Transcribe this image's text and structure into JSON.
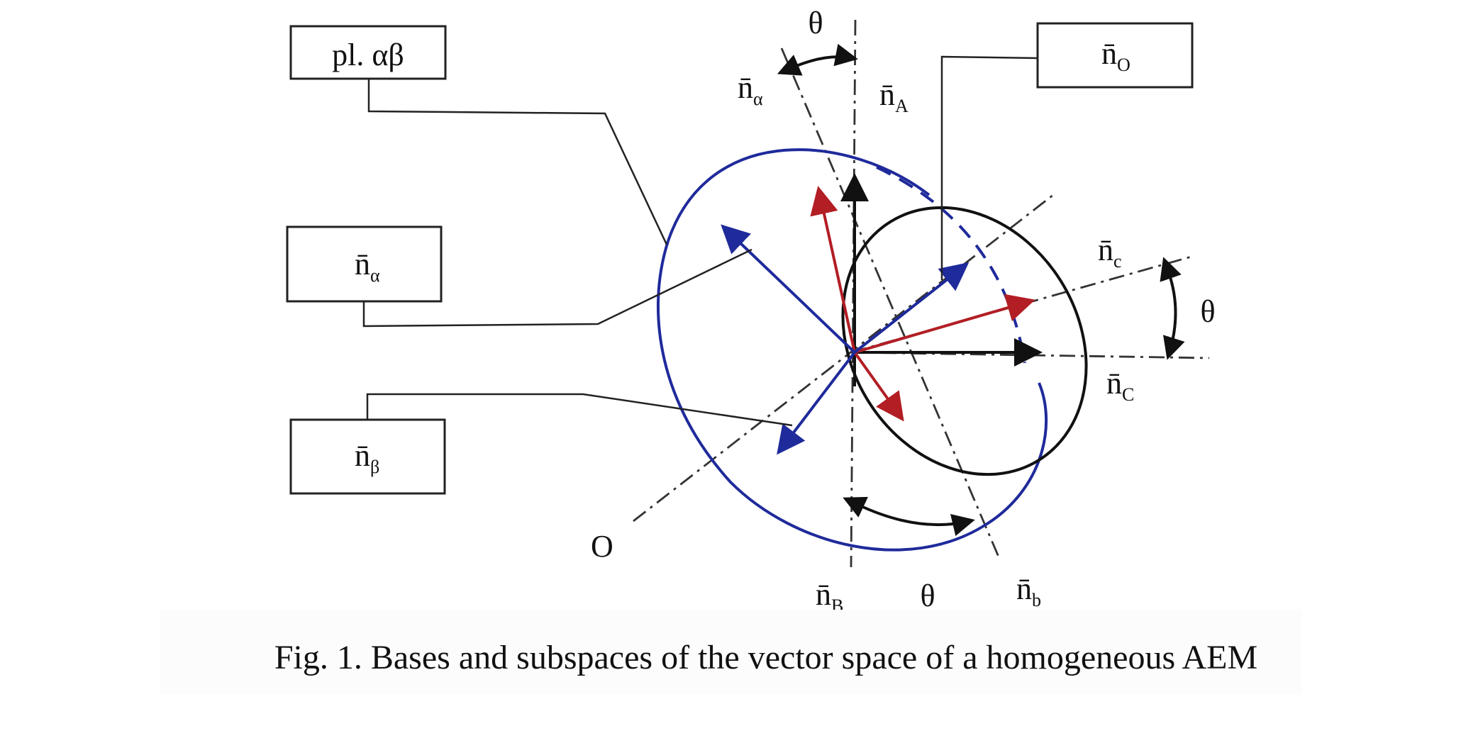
{
  "figure": {
    "caption": "Fig. 1. Bases and subspaces of the vector space of a homogeneous AEM",
    "colors": {
      "blue": "#1f2a9b",
      "red": "#b21e24",
      "black": "#111111"
    },
    "callouts": {
      "plane": "pl. αβ",
      "n_alpha": {
        "main": "n̄",
        "sub": "α"
      },
      "n_beta": {
        "main": "n̄",
        "sub": "β"
      },
      "n_O": {
        "main": "n̄",
        "sub": "O"
      }
    },
    "axis_labels": {
      "n_alpha": {
        "main": "n̄",
        "sub": "α"
      },
      "n_A": {
        "main": "n̄",
        "sub": "A"
      },
      "n_c": {
        "main": "n̄",
        "sub": "c"
      },
      "n_C": {
        "main": "n̄",
        "sub": "C"
      },
      "n_B": {
        "main": "n̄",
        "sub": "B"
      },
      "n_b": {
        "main": "n̄",
        "sub": "b"
      },
      "O": "O"
    },
    "angles": {
      "top": "θ",
      "right": "θ",
      "bottom": "θ"
    },
    "icons": [
      "arrowhead",
      "curved-arrow"
    ]
  }
}
